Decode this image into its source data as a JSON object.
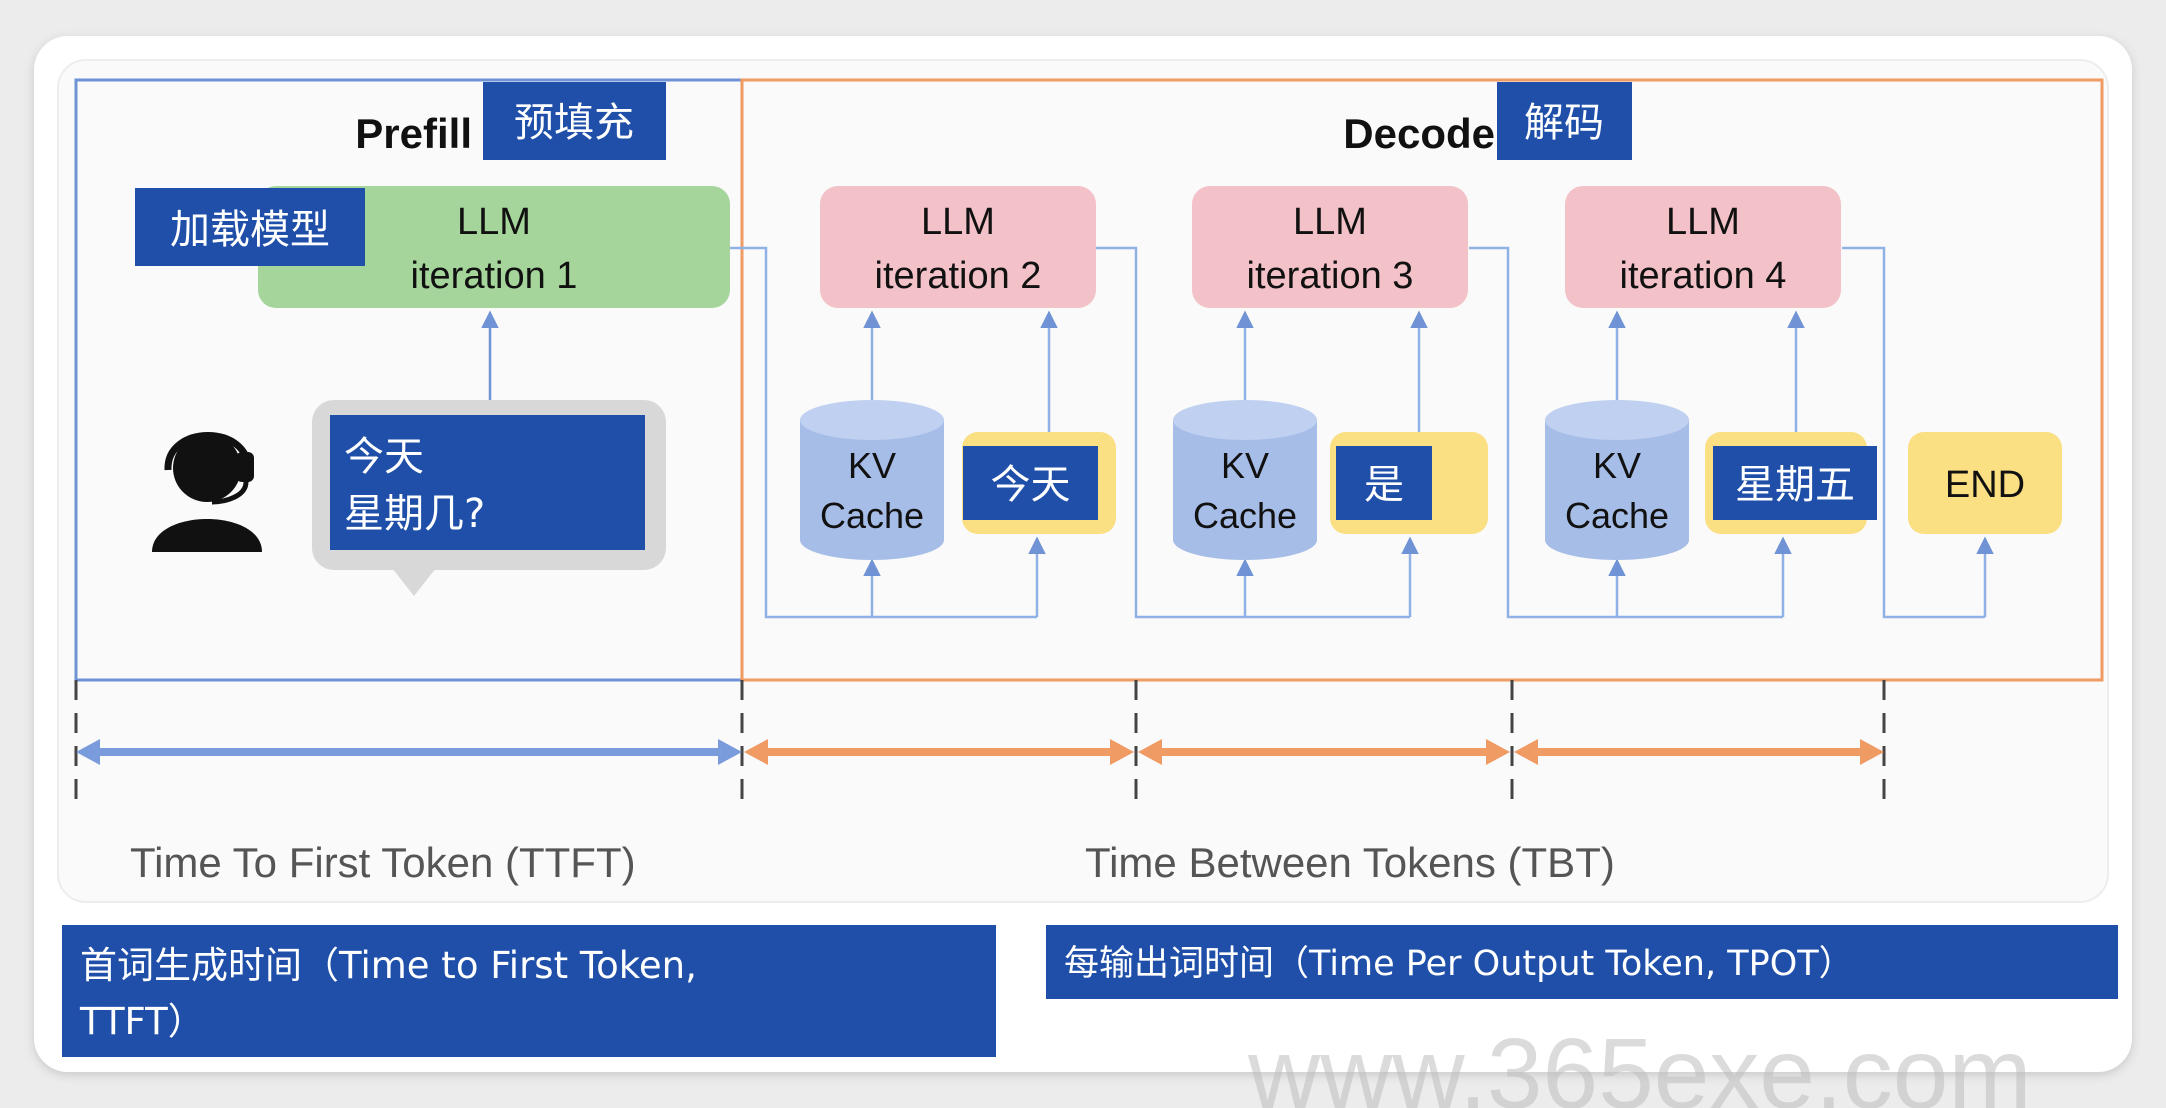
{
  "prefill": {
    "title": "Prefill",
    "title_zh": "预填充",
    "load_model_zh": "加载模型",
    "llm_label": "LLM",
    "iteration_label": "iteration 1",
    "prompt_line1": "今天",
    "prompt_line2": "星期几?"
  },
  "decode": {
    "title": "Decode",
    "title_zh": "解码",
    "steps": [
      {
        "llm_label": "LLM",
        "iteration_label": "iteration 2",
        "kv_line1": "KV",
        "kv_line2": "Cache",
        "token": "今天"
      },
      {
        "llm_label": "LLM",
        "iteration_label": "iteration 3",
        "kv_line1": "KV",
        "kv_line2": "Cache",
        "token": "是"
      },
      {
        "llm_label": "LLM",
        "iteration_label": "iteration 4",
        "kv_line1": "KV",
        "kv_line2": "Cache",
        "token": "星期五"
      }
    ],
    "end_label": "END"
  },
  "timeline": {
    "ttft_label": "Time To First Token (TTFT)",
    "tbt_label": "Time Between Tokens (TBT)"
  },
  "captions": {
    "ttft_zh_line1": "首词生成时间（Time to First Token,",
    "ttft_zh_line2": "TTFT）",
    "tpot_zh": "每输出词时间（Time Per Output Token, TPOT）"
  },
  "watermark": "www.365exe.com",
  "colors": {
    "prefill_border": "#6f93d4",
    "decode_border": "#ef9b63",
    "prefill_llm_box": "#a5d59a",
    "decode_llm_box": "#f2c2c8",
    "kv_cache": "#a6bde8",
    "token_box": "#fbdf83",
    "label_box": "#1f4fa8",
    "ttft_arrow": "#7a9bdc",
    "tbt_arrow": "#ef9b63",
    "connector": "#8fb1e5",
    "bubble": "#d8d8d8"
  }
}
